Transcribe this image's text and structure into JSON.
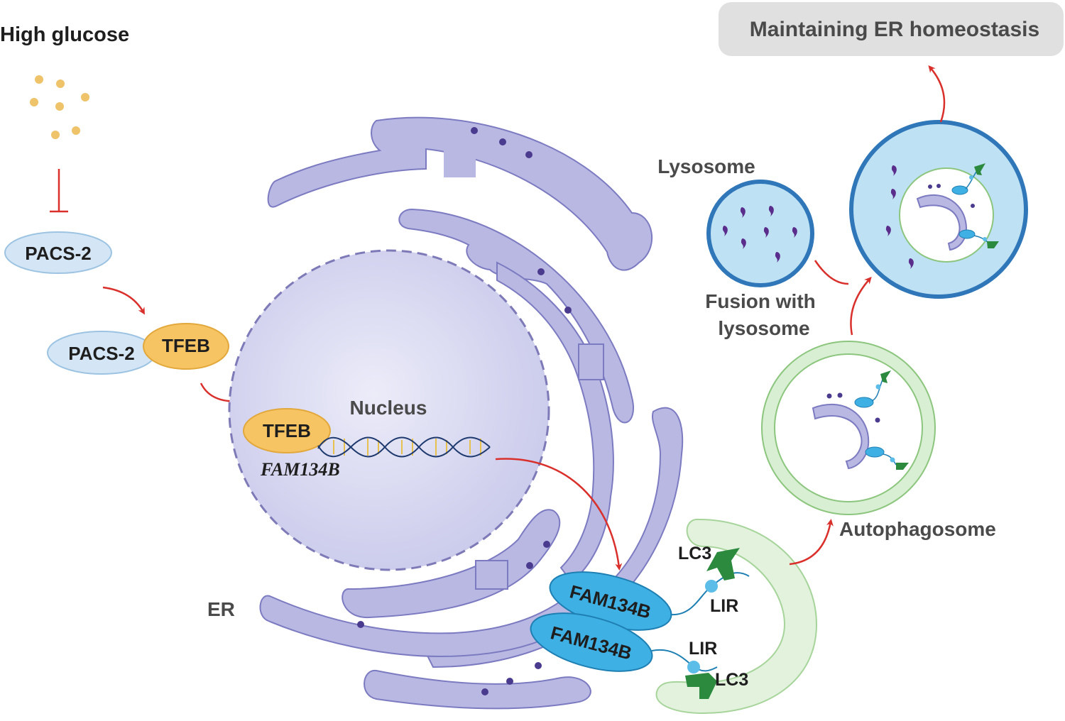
{
  "labels": {
    "high_glucose": "High glucose",
    "pacs2_top": "PACS-2",
    "pacs2_complex": "PACS-2",
    "tfeb_complex": "TFEB",
    "tfeb_nucleus": "TFEB",
    "gene": "FAM134B",
    "nucleus": "Nucleus",
    "er": "ER",
    "fam134b_upper": "FAM134B",
    "fam134b_lower": "FAM134B",
    "lc3_upper": "LC3",
    "lc3_lower": "LC3",
    "lir_upper": "LIR",
    "lir_lower": "LIR",
    "autophagosome": "Autophagosome",
    "lysosome": "Lysosome",
    "fusion_line1": "Fusion with",
    "fusion_line2": "lysosome",
    "outcome": "Maintaining ER homeostasis"
  },
  "colors": {
    "glucose": "#eec36a",
    "pacs2_fill": "#d4e6f5",
    "tfeb_fill": "#f7c463",
    "er_fill": "#b9b8e3",
    "nucleus_fill": "#d2d2ee",
    "fam134b_fill": "#3fb0e4",
    "lc3_green": "#2b8a3e",
    "autophagosome_ring": "#d9efd3",
    "lysosome_fill": "#bfe1f4",
    "lysosome_border": "#2f77b8",
    "ribosome": "#4b3b8f",
    "arrow": "#d9302c",
    "outcome_box": "#e0e0e0"
  }
}
